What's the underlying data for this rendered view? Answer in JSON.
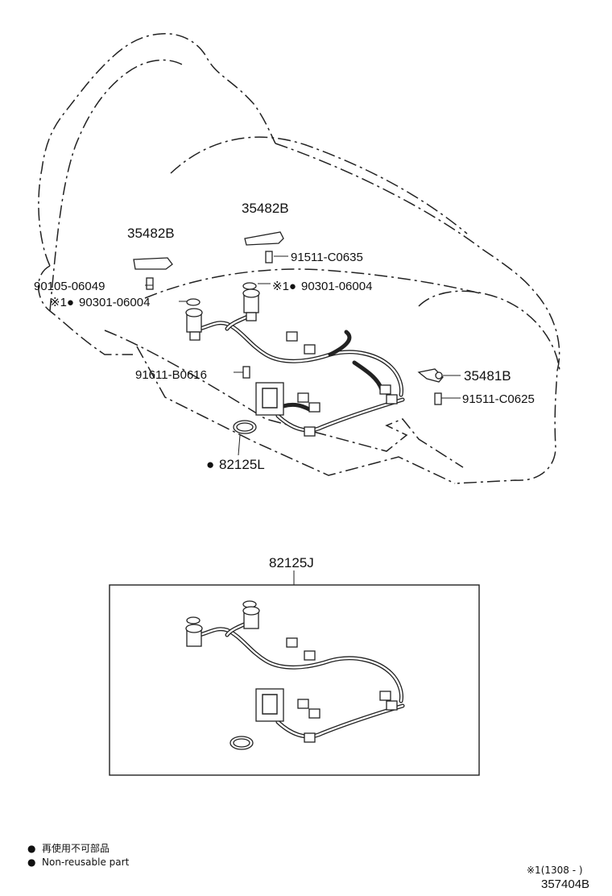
{
  "callouts": {
    "bracket_left": "35482B",
    "bracket_top": "35482B",
    "bolt_top": "91511-C0635",
    "stud_left": "90105-06049",
    "oring_top_prefix": "※1●",
    "oring_top": "90301-06004",
    "oring_left_prefix": "※1●",
    "oring_left": "90301-06004",
    "bolt_connector": "91611-B0616",
    "bracket_right": "35481B",
    "bolt_right": "91511-C0625",
    "oring_large_prefix": "●",
    "oring_large": "82125L",
    "harness_assy": "82125J"
  },
  "legend": {
    "jp_text": "再使用不可部品",
    "en_text": "Non-reusable part",
    "bullet": "●"
  },
  "footer": {
    "applicability": "※1(1308 -        )",
    "illustration_id": "357404B"
  }
}
